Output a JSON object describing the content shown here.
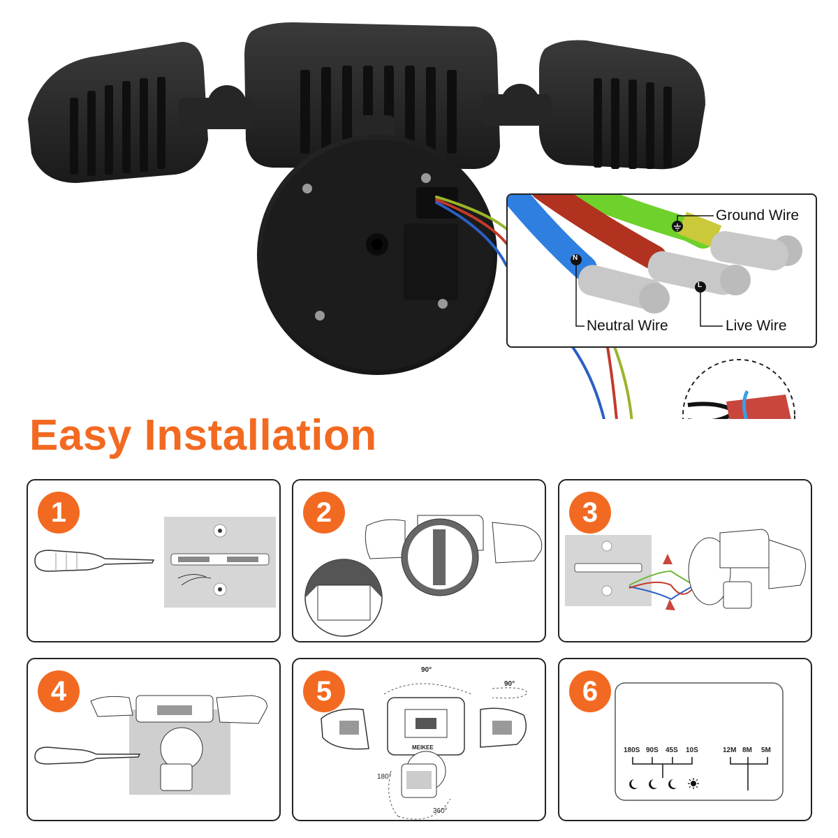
{
  "title": "Easy Installation",
  "wires": {
    "ground": "Ground Wire",
    "neutral": "Neutral Wire",
    "live": "Live Wire",
    "neutral_symbol": "N",
    "live_symbol": "L"
  },
  "steps": [
    {
      "number": "1"
    },
    {
      "number": "2"
    },
    {
      "number": "3"
    },
    {
      "number": "4"
    },
    {
      "number": "5",
      "angle_top": "90°",
      "angle_right": "90°",
      "angle_left": "180°",
      "angle_bottom": "360°",
      "brand": "MEIKEE"
    },
    {
      "number": "6",
      "time_labels": [
        "180S",
        "90S",
        "45S",
        "10S"
      ],
      "distance_labels": [
        "12M",
        "8M",
        "5M"
      ]
    }
  ],
  "colors": {
    "accent": "#f26a21",
    "ground": "#6fd12c",
    "neutral": "#2f7fe0",
    "live": "#b1321f"
  }
}
